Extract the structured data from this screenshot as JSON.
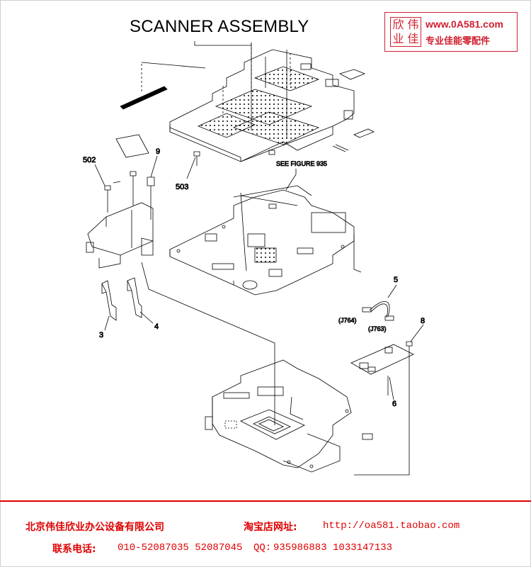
{
  "title": "SCANNER ASSEMBLY",
  "logo": {
    "chars": [
      "欣",
      "伟",
      "业",
      "佳"
    ],
    "url": "www.0A581.com",
    "slogan": "专业佳能零配件"
  },
  "callouts": {
    "c502": "502",
    "c9": "9",
    "c503": "503",
    "c3": "3",
    "c4": "4",
    "c5": "5",
    "c8": "8",
    "c6": "6",
    "see_figure": "SEE FIGURE 935",
    "j764": "(J764)",
    "j763": "(J763)"
  },
  "footer": {
    "company": "北京伟佳欣业办公设备有限公司",
    "shop_label": "淘宝店网址:",
    "shop_url": "http://oa581.taobao.com",
    "contact_label": "联系电话:",
    "phones": "010-52087035 52087045",
    "qq_label": "QQ:",
    "qq": "935986883 1033147133"
  },
  "colors": {
    "accent_red": "#e00000",
    "logo_red": "#d02030",
    "line": "#000000"
  }
}
